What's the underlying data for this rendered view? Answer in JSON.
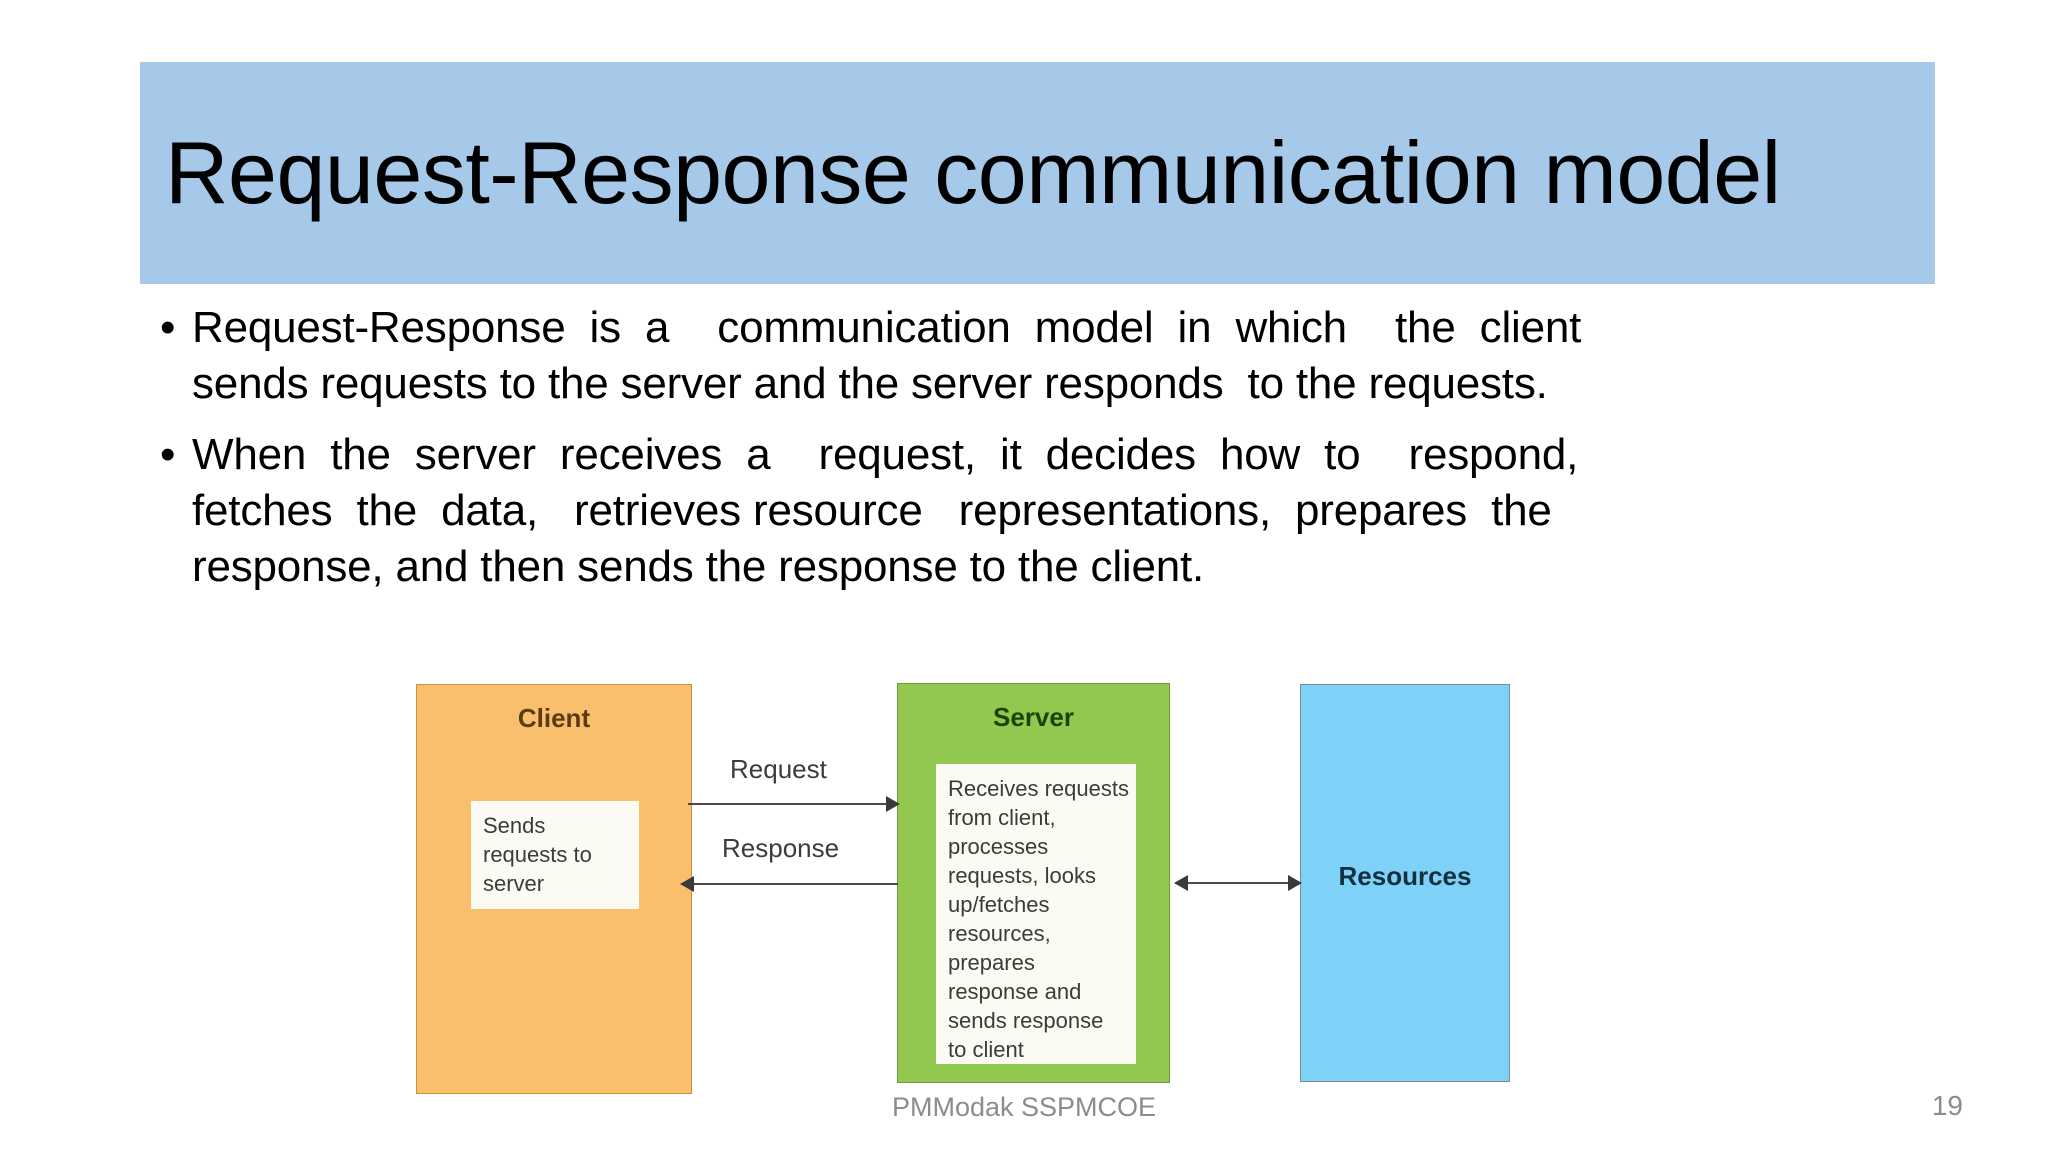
{
  "slide": {
    "title": "Request-Response communication model",
    "title_banner_color": "#a6c9e9",
    "bullets": [
      {
        "marker": "•",
        "lines": [
          "Request-Response  is  a    communication  model  in  which    the  client",
          "sends requests to the server and the server responds  to the requests."
        ]
      },
      {
        "marker": "•",
        "lines": [
          "When  the  server  receives  a    request,  it  decides  how  to    respond,",
          "fetches  the  data,   retrieves resource   representations,  prepares  the",
          "response, and then sends the response to the client."
        ]
      }
    ],
    "footer": "PMModak SSPMCOE",
    "slide_number": "19"
  },
  "diagram": {
    "client": {
      "title": "Client",
      "fill": "#f9bf6d",
      "note_lines": [
        "Sends",
        "requests to",
        "server"
      ]
    },
    "server": {
      "title": "Server",
      "fill": "#92c84f",
      "note_lines": [
        "Receives requests",
        "from client,",
        "processes",
        "requests, looks",
        "up/fetches",
        "resources,",
        "prepares",
        "response and",
        "sends response",
        "to client"
      ]
    },
    "resources": {
      "title": "Resources",
      "fill": "#7fd2f7"
    },
    "arrows": {
      "request_label": "Request",
      "response_label": "Response"
    }
  }
}
